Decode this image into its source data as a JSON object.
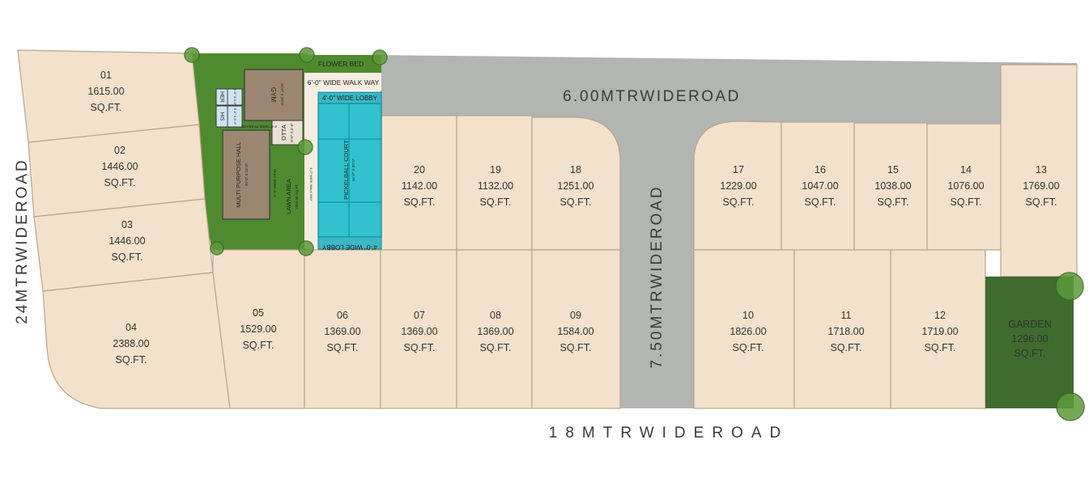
{
  "roads": {
    "top": "6.00MTRWIDEROAD",
    "center": "7.50MTRWIDEROAD",
    "left": "24MTRWIDEROAD",
    "bottom": "18MTRWIDEROAD"
  },
  "amenities": {
    "flower_bed": "FLOWER BED",
    "walk_way": "6'-0\" WIDE WALK WAY",
    "lobby_top": "4'-0\" WIDE LOBBY",
    "lobby_bottom": "4'-0\" WIDE LOBBY",
    "gym": "GYM",
    "gym_size": "15'-0\" X 20'-0\"",
    "her": "HER",
    "her_size": "5'-0\" X 5'-0\"",
    "his": "HIS",
    "his_size": "5'-0\" X 5'-0\"",
    "passage": "4'-0\" WIDE PASSAGE",
    "otta": "OTTA",
    "otta_size": "9'-0\" X 5'-6\"",
    "hall": "MULTI PURPOSE HALL",
    "hall_size": "30'-0\" X 16'-0\"",
    "wide_otta": "5'-0\" WIDE OTTA",
    "lawn": "LAWN AREA",
    "lawn_size": "2253.00 SQ.FT.",
    "walkway_side": "4'-0\" WIDE WALK WAY",
    "court": "PICKELBALL COURT",
    "court_size": "44'-0\" X 20'-0\"",
    "garden": "GARDEN",
    "garden_area": "1296.00",
    "garden_unit": "SQ.FT."
  },
  "unit": "SQ.FT.",
  "plots": [
    {
      "no": "01",
      "area": "1615.00"
    },
    {
      "no": "02",
      "area": "1446.00"
    },
    {
      "no": "03",
      "area": "1446.00"
    },
    {
      "no": "04",
      "area": "2388.00"
    },
    {
      "no": "05",
      "area": "1529.00"
    },
    {
      "no": "06",
      "area": "1369.00"
    },
    {
      "no": "07",
      "area": "1369.00"
    },
    {
      "no": "08",
      "area": "1369.00"
    },
    {
      "no": "09",
      "area": "1584.00"
    },
    {
      "no": "10",
      "area": "1826.00"
    },
    {
      "no": "11",
      "area": "1718.00"
    },
    {
      "no": "12",
      "area": "1719.00"
    },
    {
      "no": "13",
      "area": "1769.00"
    },
    {
      "no": "14",
      "area": "1076.00"
    },
    {
      "no": "15",
      "area": "1038.00"
    },
    {
      "no": "16",
      "area": "1047.00"
    },
    {
      "no": "17",
      "area": "1229.00"
    },
    {
      "no": "18",
      "area": "1251.00"
    },
    {
      "no": "19",
      "area": "1132.00"
    },
    {
      "no": "20",
      "area": "1142.00"
    }
  ]
}
